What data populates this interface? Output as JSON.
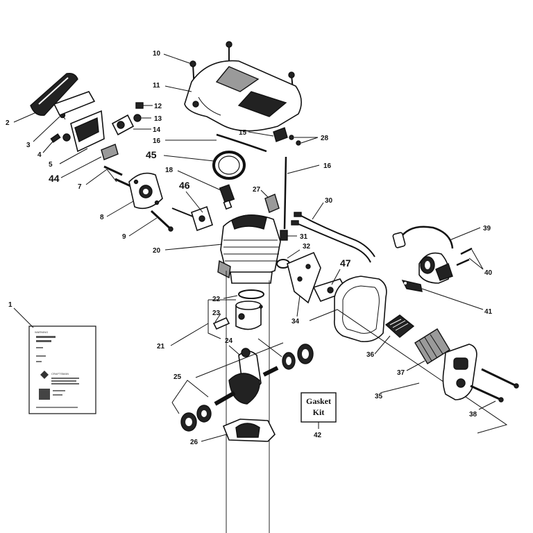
{
  "labels": {
    "p1": "1",
    "p2": "2",
    "p3": "3",
    "p4": "4",
    "p5": "5",
    "p7": "7",
    "p8": "8",
    "p9": "9",
    "p10": "10",
    "p11": "11",
    "p12": "12",
    "p13": "13",
    "p14": "14",
    "p15": "15",
    "p16a": "16",
    "p16b": "16",
    "p18": "18",
    "p20": "20",
    "p21": "21",
    "p22": "22",
    "p23": "23",
    "p24": "24",
    "p25": "25",
    "p26": "26",
    "p27": "27",
    "p28": "28",
    "p30": "30",
    "p31": "31",
    "p32": "32",
    "p34": "34",
    "p35": "35",
    "p36": "36",
    "p37": "37",
    "p38": "38",
    "p39": "39",
    "p40": "40",
    "p41": "41",
    "p42": "42",
    "p44": "44",
    "p45": "45",
    "p46": "46",
    "p47": "47"
  },
  "gasket_kit": {
    "line1": "Gasket",
    "line2": "Kit"
  },
  "decal_lines": [
    "WARNING",
    "CRAFTSMAN"
  ]
}
